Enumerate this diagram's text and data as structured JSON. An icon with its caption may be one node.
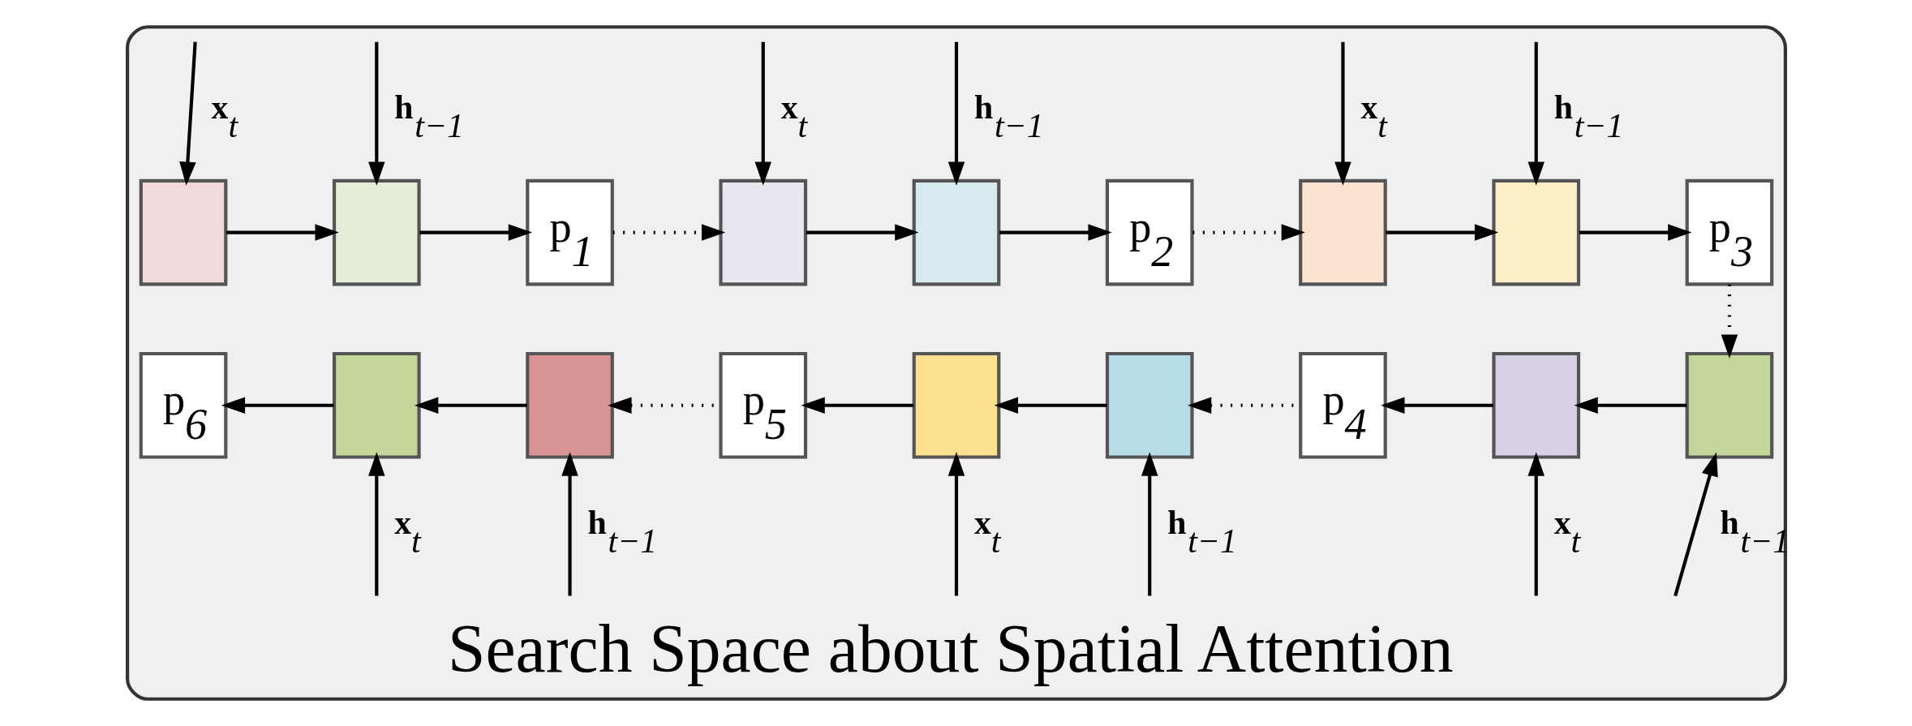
{
  "diagram": {
    "nodes": [
      {
        "text": [
          "Search Space about Spatial Attention"
        ]
      },
      {
        "text": [],
        "shape": "box",
        "in": 0
      },
      {
        "text": [],
        "shape": "box",
        "in": 0
      },
      {
        "text": [
          "p$_{1}$"
        ],
        "in": 0
      },
      {
        "text": [],
        "shape": "box",
        "in": 0
      },
      {
        "text": [],
        "shape": "box",
        "in": 0
      },
      {
        "text": [
          "p$_{2}$"
        ],
        "in": 0
      },
      {
        "text": [],
        "shape": "box",
        "in": 0
      },
      {
        "text": [],
        "shape": "box",
        "in": 0
      },
      {
        "text": [
          "p$_{3}$"
        ],
        "in": 0
      },
      {
        "text": [
          "p$_{6}$"
        ],
        "in": 0
      },
      {
        "text": [],
        "shape": "box",
        "in": 0
      },
      {
        "text": [],
        "shape": "box",
        "in": 0
      },
      {
        "text": [
          "p$_{5}$"
        ],
        "in": 0
      },
      {
        "text": [],
        "shape": "box",
        "in": 0
      },
      {
        "text": [],
        "shape": "box",
        "in": 0
      },
      {
        "text": [
          "p$_{4}$"
        ],
        "in": 0
      },
      {
        "text": [],
        "shape": "box",
        "in": 0
      },
      {
        "text": [],
        "shape": "box",
        "in": 0
      }
    ],
    "edges": [
      {
        "from": 1,
        "to": 2,
        "arrow": "to"
      },
      {
        "from": 2,
        "to": 3,
        "arrow": "to"
      },
      {
        "from": 3,
        "to": 4,
        "arrow": "to",
        "style": "dashed"
      },
      {
        "from": 4,
        "to": 5,
        "arrow": "to"
      },
      {
        "from": 5,
        "to": 6,
        "arrow": "to"
      },
      {
        "from": 6,
        "to": 7,
        "arrow": "to",
        "style": "dashed"
      },
      {
        "from": 7,
        "to": 8,
        "arrow": "to"
      },
      {
        "from": 8,
        "to": 9,
        "arrow": "to"
      },
      {
        "from": 9,
        "to": 18,
        "arrow": "to",
        "style": "dashed"
      },
      {
        "from": 18,
        "to": 17,
        "arrow": "to"
      },
      {
        "from": 17,
        "to": 16,
        "arrow": "to"
      },
      {
        "from": 16,
        "to": 15,
        "arrow": "to",
        "style": "dashed"
      },
      {
        "from": 15,
        "to": 14,
        "arrow": "to"
      },
      {
        "from": 14,
        "to": 13,
        "arrow": "to"
      },
      {
        "from": 13,
        "to": 12,
        "arrow": "to",
        "style": "dashed"
      },
      {
        "from": 12,
        "to": 11,
        "arrow": "to"
      },
      {
        "from": 11,
        "to": 10,
        "arrow": "to"
      },
      {
        "from": null,
        "to": 1,
        "arrow": "to",
        "label": "x$_{t}$"
      },
      {
        "from": null,
        "to": 2,
        "arrow": "to",
        "label": "h$_{t−1}$"
      },
      {
        "from": null,
        "to": 4,
        "arrow": "to",
        "label": "x$_{t}$"
      },
      {
        "from": null,
        "to": 5,
        "arrow": "to",
        "label": "h$_{t−1}$"
      },
      {
        "from": null,
        "to": 7,
        "arrow": "to",
        "label": "x$_{t}$"
      },
      {
        "from": null,
        "to": 8,
        "arrow": "to",
        "label": "h$_{t−1}$"
      },
      {
        "from": null,
        "to": 11,
        "arrow": "to",
        "label": "x$_{t}$"
      },
      {
        "from": null,
        "to": 12,
        "arrow": "to",
        "label": "h$_{t−1}$"
      },
      {
        "from": null,
        "to": 14,
        "arrow": "to",
        "label": "x$_{t}$"
      },
      {
        "from": null,
        "to": 15,
        "arrow": "to",
        "label": "h$_{t−1}$"
      },
      {
        "from": null,
        "to": 17,
        "arrow": "to",
        "label": "x$_{t}$"
      },
      {
        "from": null,
        "to": 18,
        "arrow": "to",
        "label": "h$_{t−1}$"
      }
    ]
  }
}
